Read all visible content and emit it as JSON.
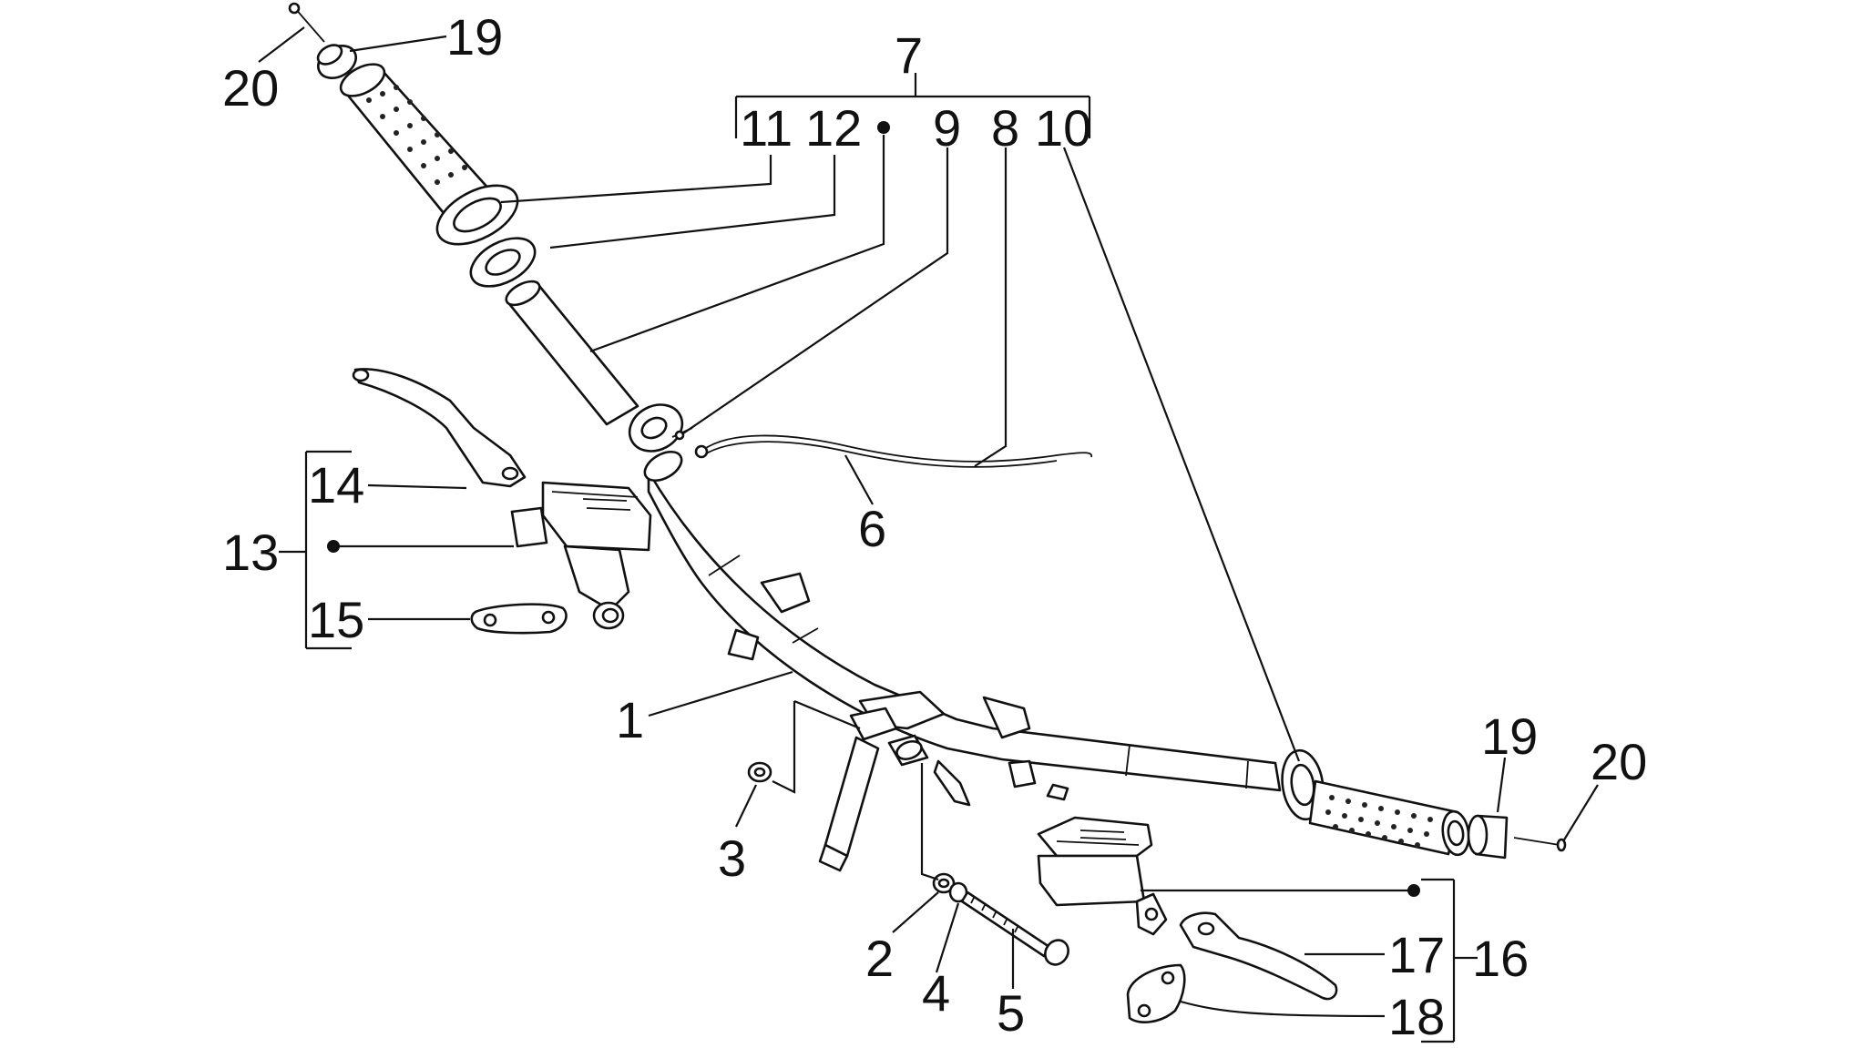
{
  "diagram": {
    "labels": {
      "l1": "1",
      "l2": "2",
      "l3": "3",
      "l4": "4",
      "l5": "5",
      "l6": "6",
      "l7": "7",
      "l8": "8",
      "l9": "9",
      "l10": "10",
      "l11": "11",
      "l12": "12",
      "l13": "13",
      "l14": "14",
      "l15": "15",
      "l16": "16",
      "l17": "17",
      "l18": "18",
      "l19_top": "19",
      "l20_top": "20",
      "l19_right": "19",
      "l20_right": "20"
    }
  }
}
